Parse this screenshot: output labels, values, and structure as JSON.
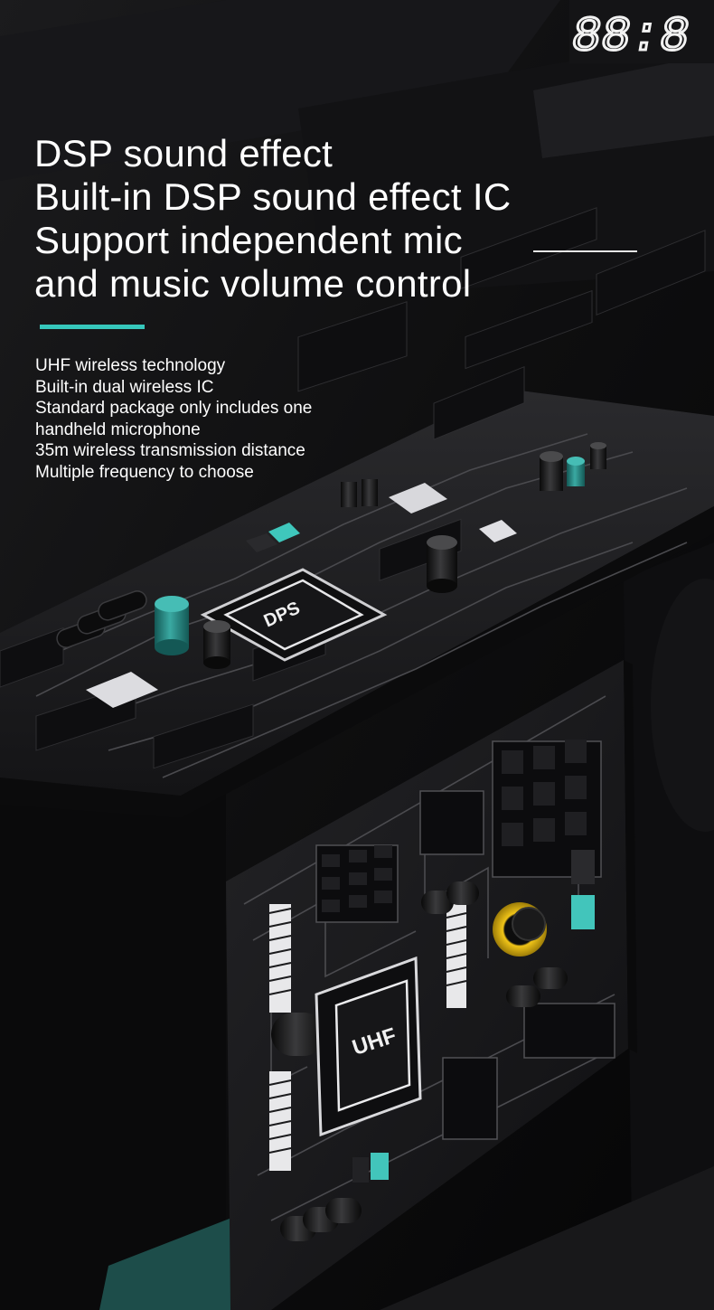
{
  "headline": {
    "line1": "DSP sound effect",
    "line2": "Built-in DSP sound effect IC",
    "line3": "Support independent mic",
    "line4": "and music volume control"
  },
  "features": [
    "UHF wireless technology",
    "Built-in dual wireless IC",
    "Standard package only includes one",
    "handheld microphone",
    "35m wireless transmission distance",
    "Multiple frequency to choose"
  ],
  "chips": {
    "dsp_label": "DPS",
    "uhf_label": "UHF",
    "display_digits": "88:8"
  },
  "colors": {
    "background": "#0c0c0d",
    "board": "#1c1c1e",
    "accent": "#36c7bb",
    "capacitor_teal": "#2a8c88",
    "coil_gold": "#d8b012",
    "text": "#ffffff"
  }
}
